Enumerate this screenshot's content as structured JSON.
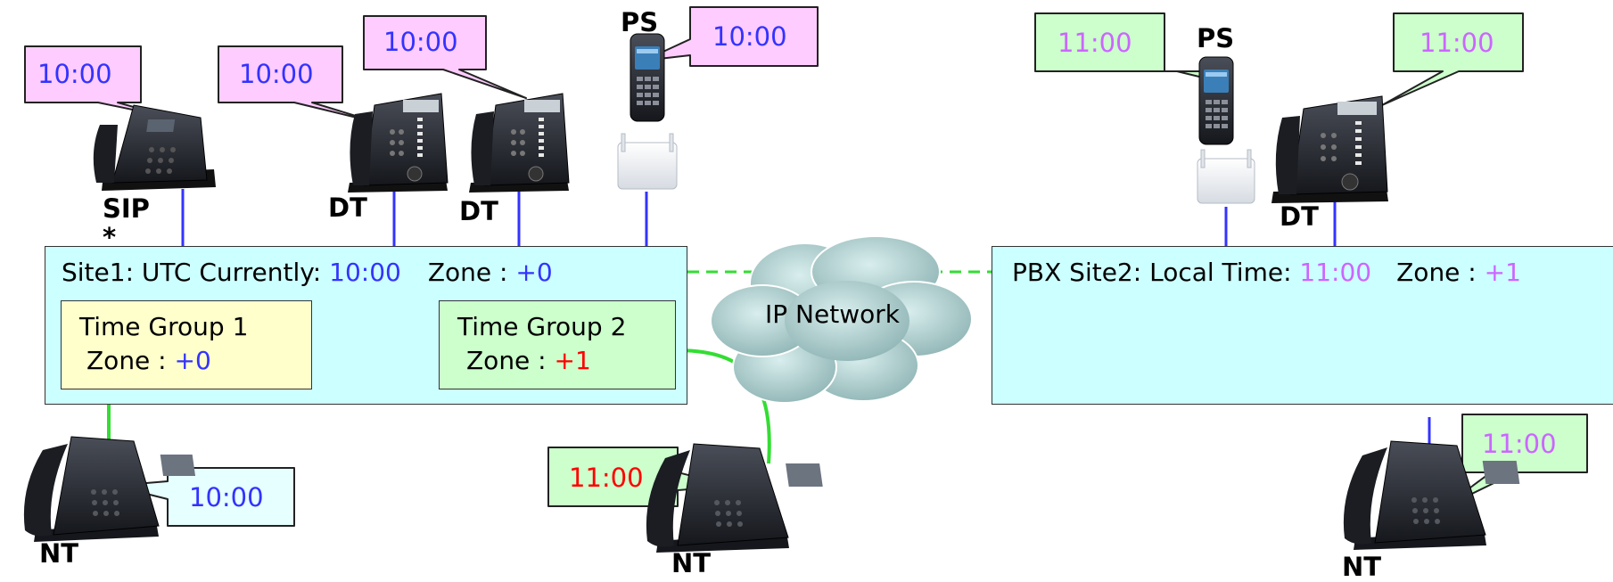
{
  "colors": {
    "site_fill": "#ccffff",
    "group1_fill": "#ffffcc",
    "group2_fill": "#ccffcc",
    "bubble_pink": "#ffccff",
    "bubble_green": "#ccffcc",
    "bubble_cyan": "#e6ffff",
    "time_blue": "#3333ff",
    "time_red": "#ff0000",
    "time_violet": "#cc66ff",
    "line_blue": "#3333ff",
    "line_green": "#33dd33"
  },
  "site1": {
    "title_prefix": "Site1: UTC Currently: ",
    "time": "10:00",
    "zone_label": "Zone : ",
    "zone_value": "+0",
    "group1": {
      "title": "Time Group 1",
      "zone_label": "Zone : ",
      "zone_value": "+0"
    },
    "group2": {
      "title": "Time Group 2",
      "zone_label": "Zone : ",
      "zone_value": "+1"
    }
  },
  "site2": {
    "title_prefix": "PBX Site2: Local Time: ",
    "time": "11:00",
    "zone_label": "Zone : ",
    "zone_value": "+1"
  },
  "network": {
    "label": "IP Network"
  },
  "devices": {
    "sip_label": "SIP\n*",
    "dt_label": "DT",
    "ps_label": "PS",
    "nt_label": "NT"
  },
  "bubbles": {
    "sip": "10:00",
    "dt1": "10:00",
    "dt2": "10:00",
    "ps1": "10:00",
    "ps2": "11:00",
    "dt3": "11:00",
    "nt1": "10:00",
    "nt2": "11:00",
    "nt3": "11:00"
  }
}
